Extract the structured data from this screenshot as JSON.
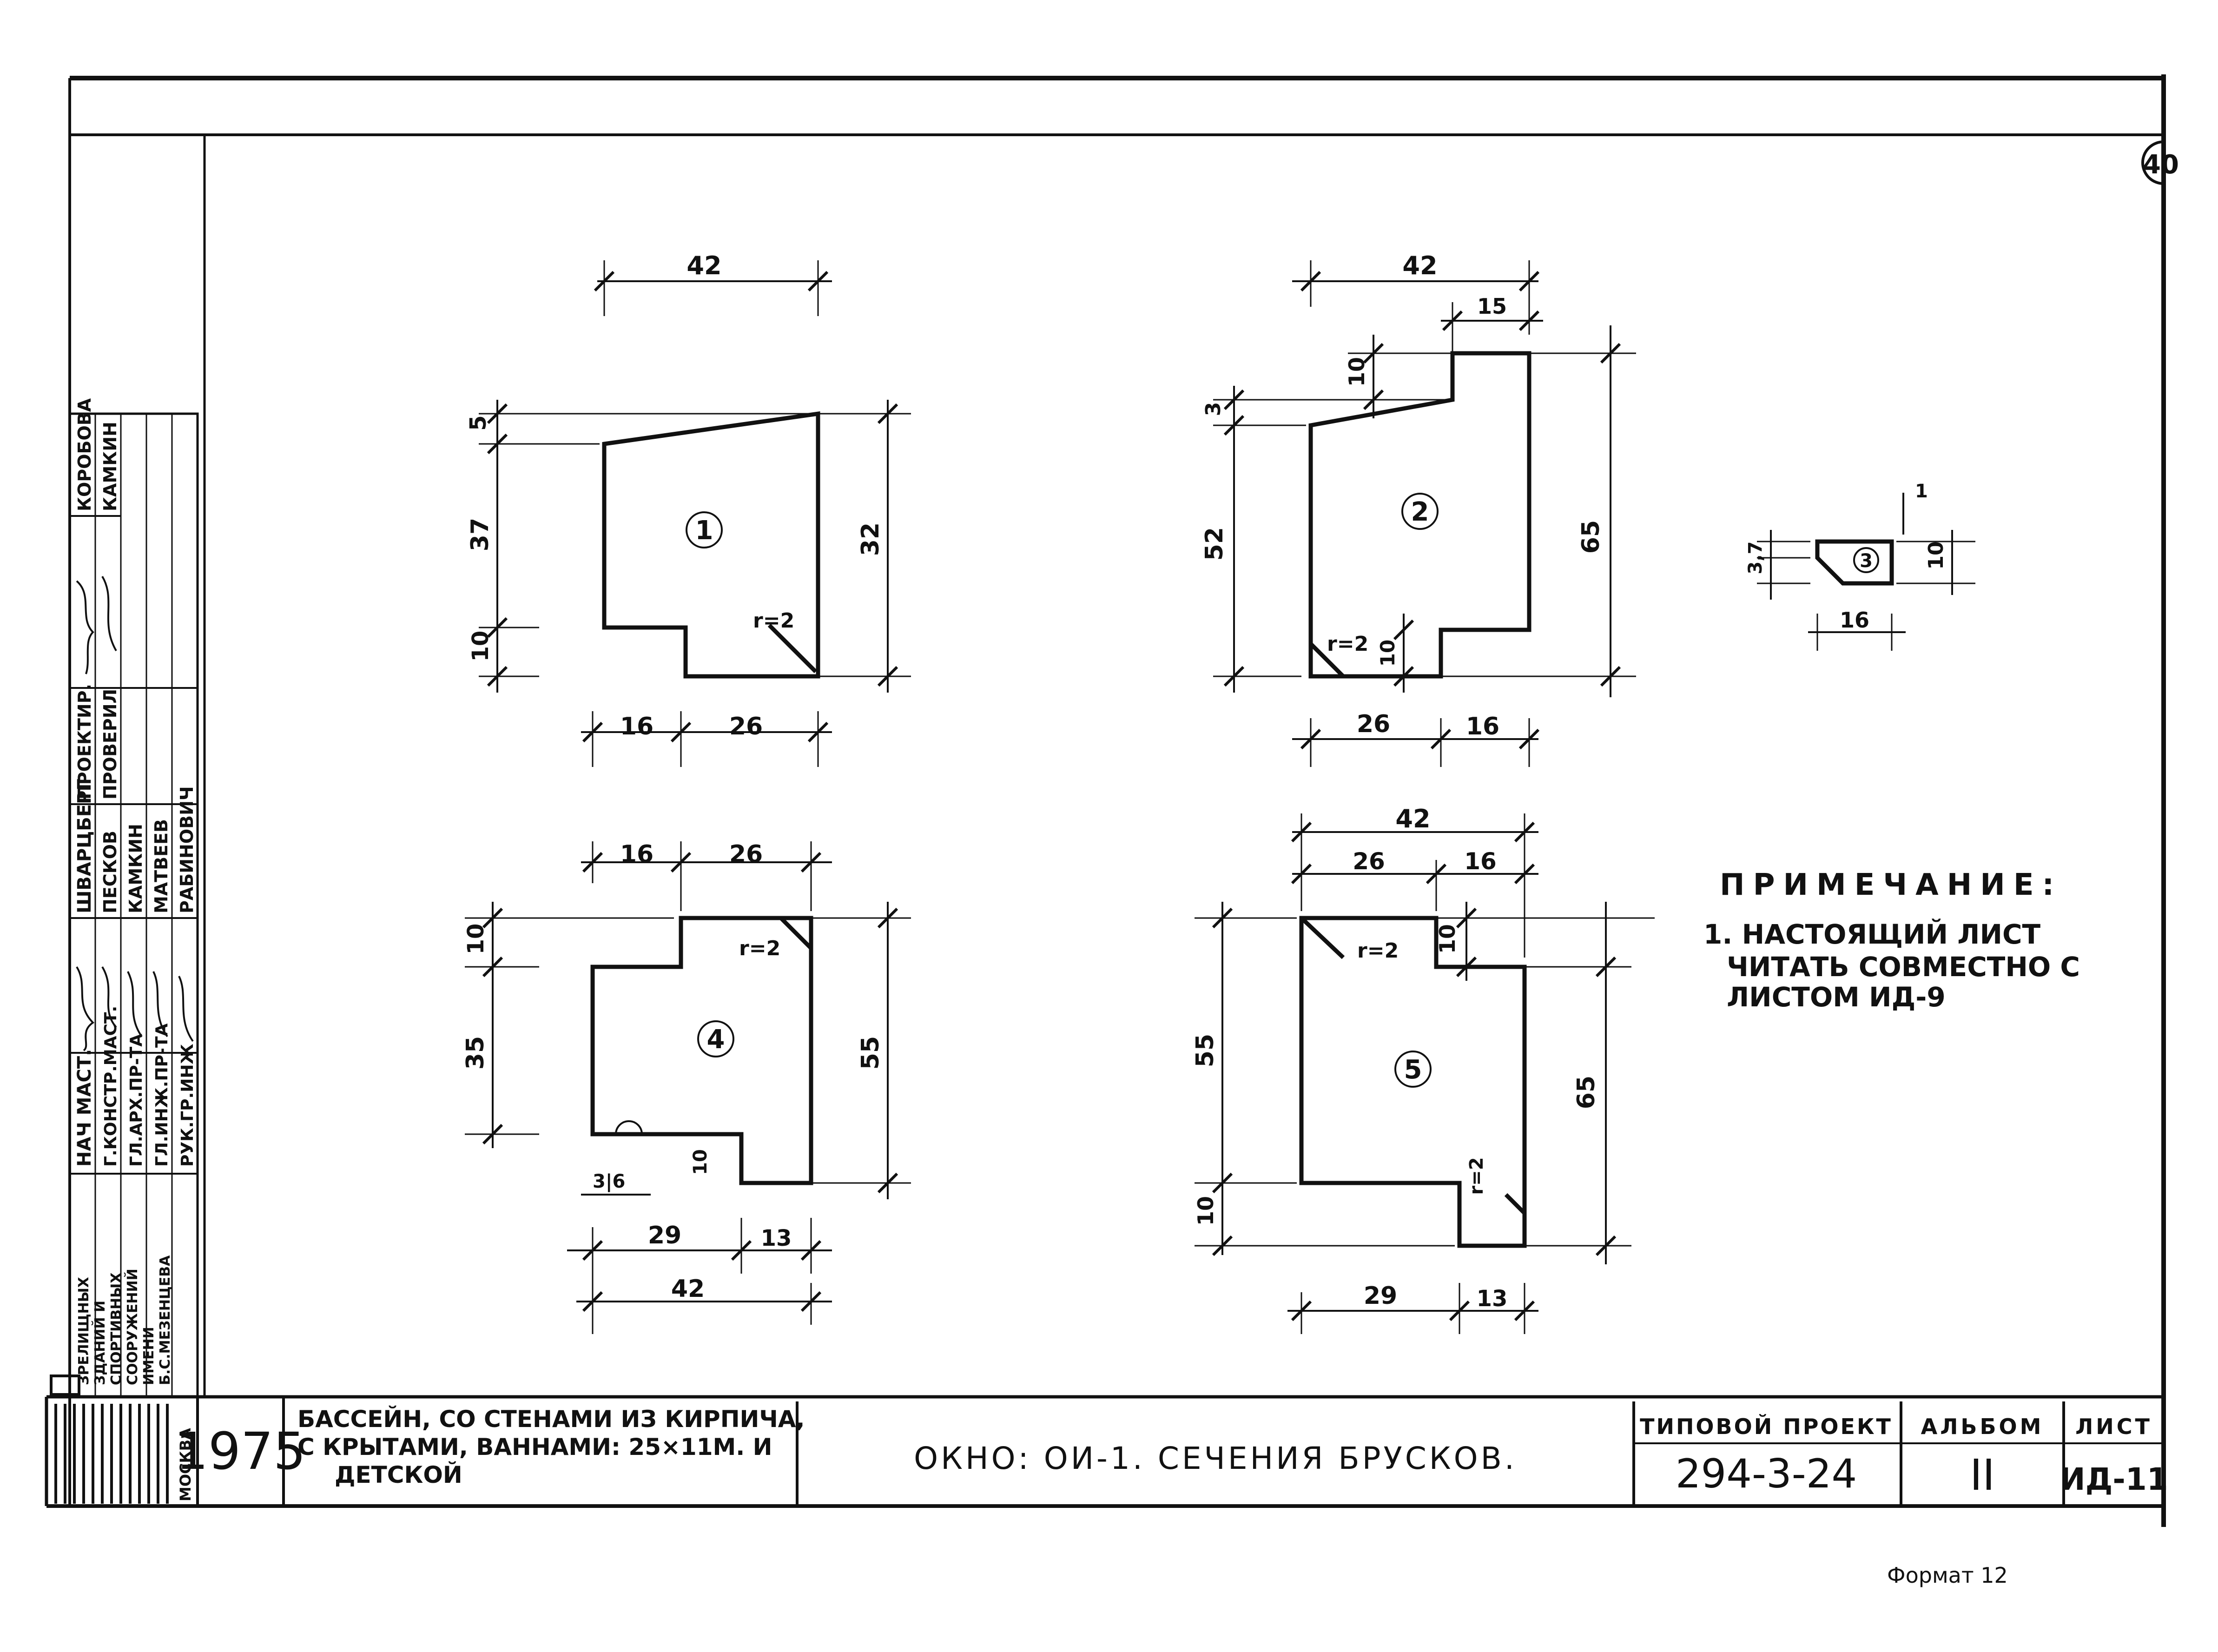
{
  "sheet_number": "40",
  "sections": [
    {
      "id": "section-1",
      "number": "1",
      "width_top": "42",
      "rise": "5",
      "height_left": "37",
      "notch_height": "10",
      "height_right": "32",
      "radius": "r=2",
      "bottom_left": "16",
      "bottom_right": "26"
    },
    {
      "id": "section-2",
      "number": "2",
      "width_top": "42",
      "lip_width": "15",
      "lip_drop": "10",
      "rise": "3",
      "height_left": "52",
      "height_right": "65",
      "radius": "r=2",
      "notch_height": "10",
      "bottom_left": "26",
      "bottom_right": "16"
    },
    {
      "id": "section-3",
      "number": "3",
      "height_left": "3,7",
      "notch_width": "1",
      "height_right": "10",
      "bottom": "16"
    },
    {
      "id": "section-4",
      "number": "4",
      "top_left": "16",
      "top_right": "26",
      "notch_height": "10",
      "height_left": "35",
      "height_right": "55",
      "radius": "r=2",
      "drip": "3|6",
      "drip_height": "10",
      "bottom_left": "29",
      "bottom_right": "13",
      "bottom_total": "42"
    },
    {
      "id": "section-5",
      "number": "5",
      "width_top": "42",
      "top_left": "26",
      "top_right": "16",
      "radius_top": "r=2",
      "notch_height": "10",
      "height_left": "55",
      "height_right": "65",
      "radius_bottom": "r=2",
      "bottom_notch": "10",
      "bottom_left": "29",
      "bottom_right": "13"
    }
  ],
  "note": {
    "heading": "ПРИМЕЧАНИЕ:",
    "lines": [
      "1. НАСТОЯЩИЙ ЛИСТ",
      "ЧИТАТЬ СОВМЕСТНО С",
      "ЛИСТОМ ИД-9"
    ]
  },
  "signatures": {
    "rows": [
      {
        "role": "НАЧ МАСТ.",
        "name": "ШВАРЦБЕРГ"
      },
      {
        "role": "Г.КОНСТР.МАСТ.",
        "name": "ПЕСКОВ"
      },
      {
        "role": "ГЛ.АРХ.ПР-ТА",
        "name": "КАМКИН"
      },
      {
        "role": "ГЛ.ИНЖ.ПР-ТА",
        "name": "МАТВЕЕВ"
      },
      {
        "role": "РУК.ГР.ИНЖ",
        "name": "РАБИНОВИЧ"
      }
    ],
    "right_rows": [
      {
        "role": "ПРОЕКТИР.",
        "name": "КОРОБОВА"
      },
      {
        "role": "ПРОВЕРИЛ",
        "name": "КАМКИН"
      }
    ]
  },
  "institute": {
    "lines": [
      "ЗРЕЛИЩНЫХ",
      "ЗДАНИЙ И",
      "СПОРТИВНЫХ",
      "СООРУЖЕНИЙ",
      "ИМЕНИ",
      "Б.С.МЕЗЕНЦЕВА"
    ],
    "city": "МОСКВА"
  },
  "title_block": {
    "year": "1975",
    "project_lines": [
      "БАССЕЙН, СО СТЕНАМИ ИЗ КИРПИЧА,",
      "С КРЫТАМИ, ВАННАМИ: 25×11М. И",
      "ДЕТСКОЙ"
    ],
    "drawing_title": "ОКНО: ОИ-1. СЕЧЕНИЯ БРУСКОВ.",
    "typical_project_label": "ТИПОВОЙ ПРОЕКТ",
    "typical_project_value": "294-3-24",
    "album_label": "АЛЬБОМ",
    "album_value": "II",
    "sheet_label": "ЛИСТ",
    "sheet_value": "ИД-11"
  },
  "format": "Формат 12"
}
